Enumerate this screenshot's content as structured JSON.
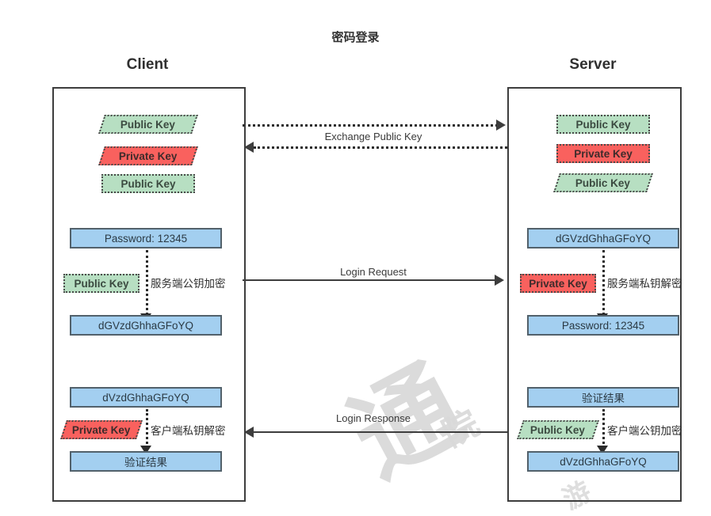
{
  "diagram": {
    "title": "密码登录",
    "lanes": [
      {
        "id": "client",
        "title": "Client"
      },
      {
        "id": "server",
        "title": "Server"
      }
    ]
  },
  "watermark": {
    "part1": "通",
    "part2": "院",
    "part3": "游"
  },
  "client": {
    "keys": {
      "received_public": "Public Key",
      "own_private": "Private Key",
      "own_public": "Public Key"
    },
    "request": {
      "plaintext": "Password: 12345",
      "key_label": "Public Key",
      "operation": "服务端公钥加密",
      "ciphertext": "dGVzdGhhaGFoYQ"
    },
    "response": {
      "ciphertext": "dVzdGhhaGFoYQ",
      "key_label": "Private Key",
      "operation": "客户端私钥解密",
      "plaintext": "验证结果"
    }
  },
  "server": {
    "keys": {
      "own_public": "Public Key",
      "own_private": "Private Key",
      "received_public": "Public Key"
    },
    "request": {
      "ciphertext": "dGVzdGhhaGFoYQ",
      "key_label": "Private Key",
      "operation": "服务端私钥解密",
      "plaintext": "Password: 12345"
    },
    "response": {
      "plaintext": "验证结果",
      "key_label": "Public Key",
      "operation": "客户端公钥加密",
      "ciphertext": "dVzdGhhaGFoYQ"
    }
  },
  "edges": {
    "exchange": "Exchange Public Key",
    "login_request": "Login Request",
    "login_response": "Login Response"
  },
  "colors": {
    "data_fill": "#a3cff0",
    "public_key_fill": "#b7dfc2",
    "private_key_fill": "#f9615e",
    "stroke": "#3d3d3d",
    "watermark": "#d9d9d9"
  }
}
